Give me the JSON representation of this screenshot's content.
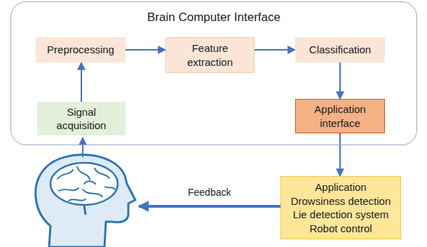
{
  "diagram": {
    "nodes": [
      {
        "text": [
          "Brain Computer Interface"
        ]
      },
      {
        "text": [
          "Preprocessing"
        ],
        "in": 0
      },
      {
        "text": [
          "Feature extraction"
        ],
        "in": 0
      },
      {
        "text": [
          "Classification"
        ],
        "in": 0
      },
      {
        "text": [
          "Signal acquisition"
        ],
        "in": 0
      },
      {
        "text": [
          "Application interface"
        ],
        "in": 0
      },
      {
        "text": [
          "Application",
          "Drowsiness detection",
          "Lie detection system",
          "Robot control"
        ]
      }
    ],
    "edges": [
      {
        "from": 4,
        "to": 1,
        "arrow": "to"
      },
      {
        "from": 1,
        "to": 2,
        "arrow": "to"
      },
      {
        "from": 2,
        "to": 3,
        "arrow": "to"
      },
      {
        "from": 3,
        "to": 5,
        "arrow": "to"
      },
      {
        "from": 5,
        "to": 6,
        "arrow": "to"
      }
    ],
    "labels": [
      "Feedback"
    ]
  }
}
